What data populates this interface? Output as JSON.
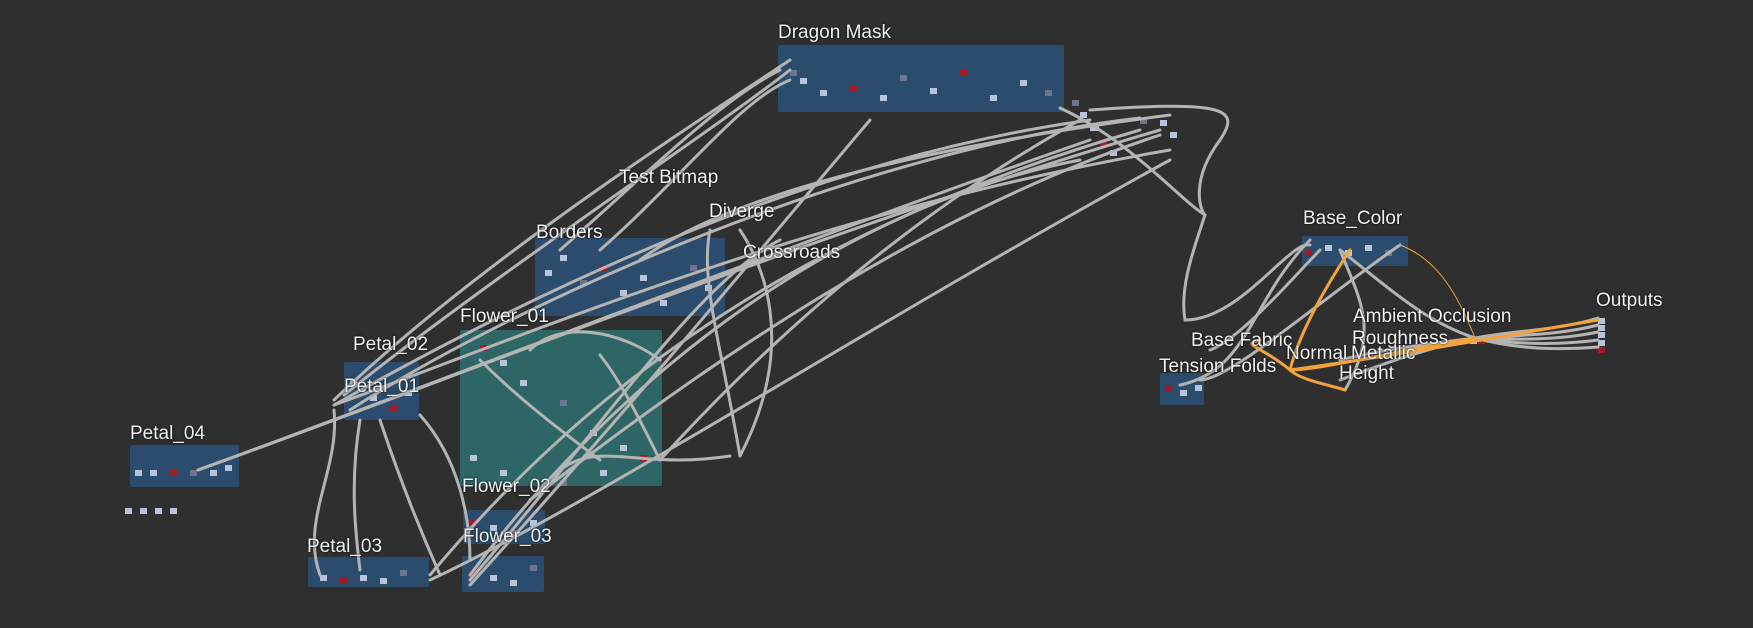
{
  "graph": {
    "background_color": "#2f2f2f",
    "wire_color": "#b4b4b4",
    "highlight_wire_color": "#f2a43a",
    "frame_color": "#2d4f73",
    "frame_highlight_color": "#2f6a6a",
    "frames": [
      {
        "id": "dragon-mask",
        "label": "Dragon Mask"
      },
      {
        "id": "test-bitmap",
        "label": "Test Bitmap"
      },
      {
        "id": "diverge",
        "label": "Diverge"
      },
      {
        "id": "borders",
        "label": "Borders"
      },
      {
        "id": "crossroads",
        "label": "Crossroads"
      },
      {
        "id": "flower-01",
        "label": "Flower_01"
      },
      {
        "id": "petal-02",
        "label": "Petal_02"
      },
      {
        "id": "petal-01",
        "label": "Petal_01"
      },
      {
        "id": "petal-04",
        "label": "Petal_04"
      },
      {
        "id": "flower-02",
        "label": "Flower_02"
      },
      {
        "id": "flower-03",
        "label": "Flower_03"
      },
      {
        "id": "petal-03",
        "label": "Petal_03"
      },
      {
        "id": "base-color",
        "label": "Base_Color"
      },
      {
        "id": "ambient-occlusion",
        "label": "Ambient Occlusion"
      },
      {
        "id": "roughness",
        "label": "Roughness"
      },
      {
        "id": "base-fabric",
        "label": "Base Fabric"
      },
      {
        "id": "normal",
        "label": "Normal"
      },
      {
        "id": "metallic",
        "label": "Metallic"
      },
      {
        "id": "tension-folds",
        "label": "Tension Folds"
      },
      {
        "id": "height",
        "label": "Height"
      },
      {
        "id": "outputs",
        "label": "Outputs"
      }
    ]
  }
}
